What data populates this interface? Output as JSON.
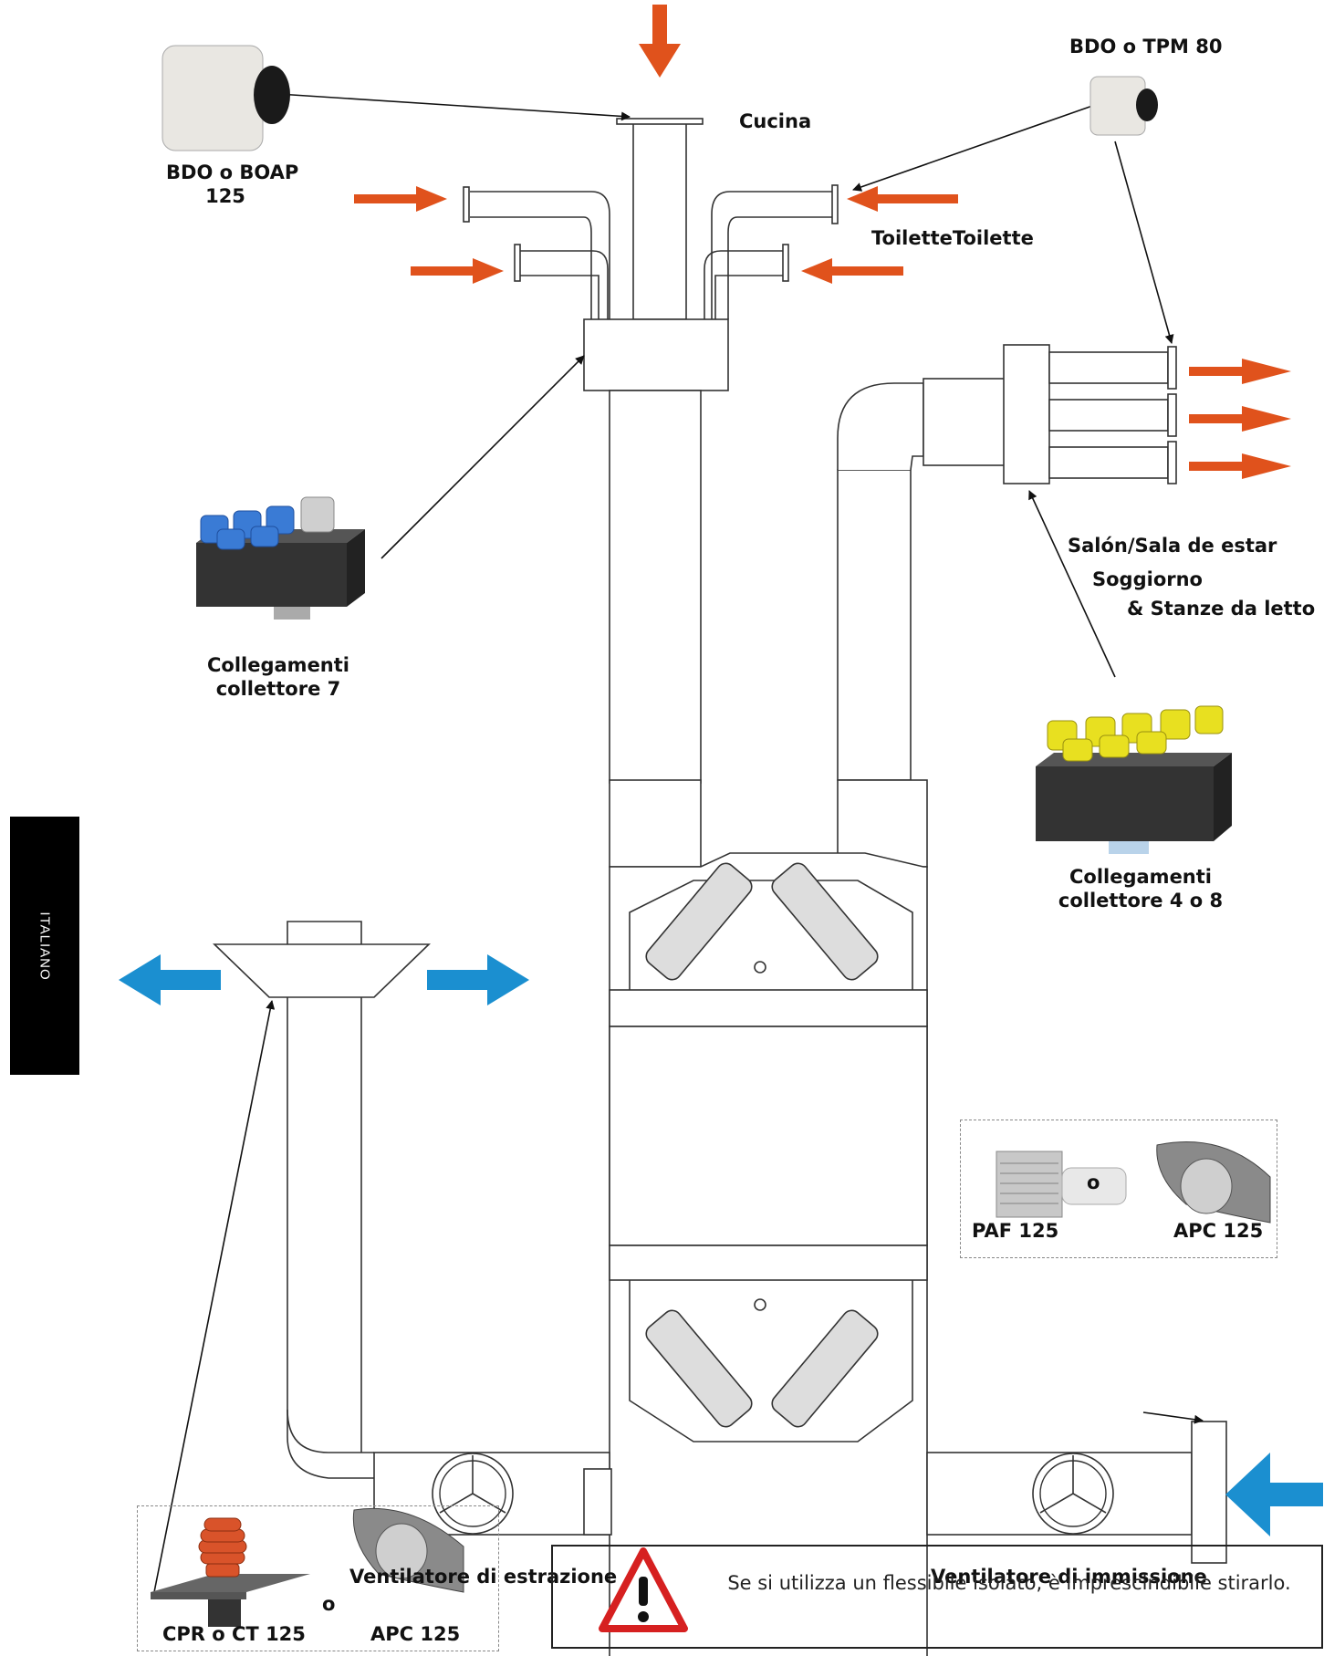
{
  "sidebar": {
    "language": "ITALIANO"
  },
  "labels": {
    "kitchen": "Cucina",
    "toilets": "ToiletteToilette",
    "bdo_tpm": "BDO o TPM 80",
    "bdo_boap_1": "BDO o BOAP",
    "bdo_boap_2": "125",
    "manifold7_1": "Collegamenti",
    "manifold7_2": "collettore 7",
    "living_1": "Salón/Sala de estar",
    "living_2": "Soggiorno",
    "living_3": "& Stanze da letto",
    "manifold48_1": "Collegamenti",
    "manifold48_2": "collettore 4 o 8",
    "or_right": "o",
    "paf": "PAF 125",
    "apc_right": "APC 125",
    "extract_fan": "Ventilatore di estrazione",
    "supply_fan": "Ventilatore di immissione",
    "cpr": "CPR o CT 125",
    "or_left": "o",
    "apc_left": "APC 125"
  },
  "warning": {
    "text": "Se si utilizza un flessibile isolato, è imprescindibile stirarlo."
  },
  "colors": {
    "orange_arrow": "#e0521c",
    "blue_arrow": "#1b8fd0",
    "warning_red": "#d62020",
    "manifold_blue": "#3a7bd5",
    "manifold_yellow": "#e8e020"
  }
}
